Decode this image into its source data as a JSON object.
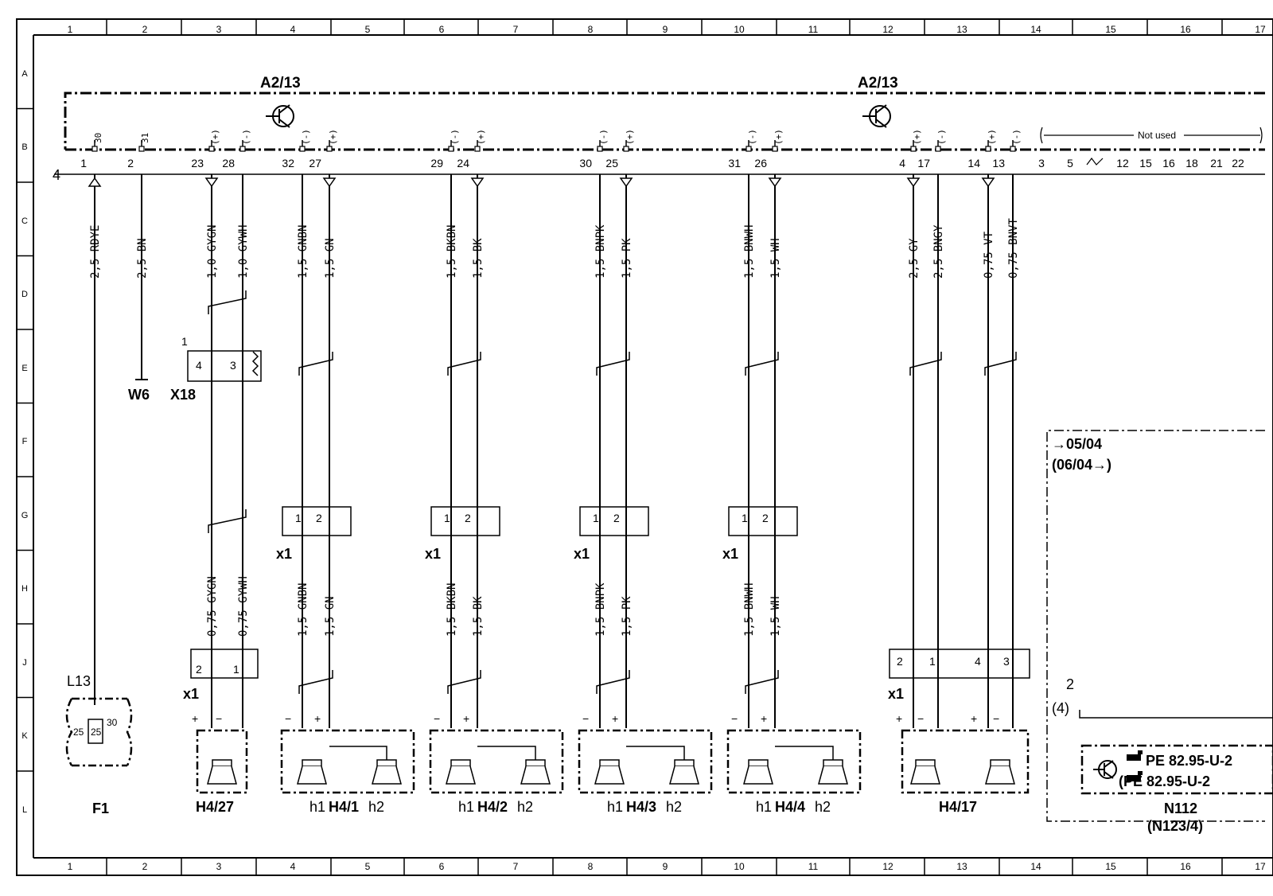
{
  "grid": {
    "columns": [
      "1",
      "2",
      "3",
      "4",
      "5",
      "6",
      "7",
      "8",
      "9",
      "10",
      "11",
      "12",
      "13",
      "14",
      "15",
      "16",
      "17"
    ],
    "rows": [
      "A",
      "B",
      "C",
      "D",
      "E",
      "F",
      "G",
      "H",
      "J",
      "K",
      "L"
    ]
  },
  "module": {
    "name": "A2/13",
    "not_used": "Not used",
    "bus_number": "4"
  },
  "left_pins": [
    {
      "pin": "1",
      "top": "30",
      "pol": "",
      "wire": "2,5 RDYE"
    },
    {
      "pin": "2",
      "top": "31",
      "pol": "",
      "wire": "2,5 BN"
    },
    {
      "pin": "23",
      "top": "",
      "pol": "(+)",
      "wire": "1,0 GYGN",
      "wire2": "0,75 GYGN"
    },
    {
      "pin": "28",
      "top": "",
      "pol": "(-)",
      "wire": "1,0 GYWH",
      "wire2": "0,75 GYWH"
    },
    {
      "pin": "32",
      "top": "",
      "pol": "(-)",
      "wire": "1,5 GNBN",
      "wire2": "1,5 GNBN"
    },
    {
      "pin": "27",
      "top": "",
      "pol": "(+)",
      "wire": "1,5 GN",
      "wire2": "1,5 GN"
    },
    {
      "pin": "29",
      "top": "",
      "pol": "(-)",
      "wire": "1,5 BKBN",
      "wire2": "1,5 BKBN"
    },
    {
      "pin": "24",
      "top": "",
      "pol": "(+)",
      "wire": "1,5 BK",
      "wire2": "1,5 BK"
    },
    {
      "pin": "30",
      "top": "",
      "pol": "(-)",
      "wire": "1,5 BNPK",
      "wire2": "1,5 BNPK"
    },
    {
      "pin": "25",
      "top": "",
      "pol": "(+)",
      "wire": "1,5 PK",
      "wire2": "1,5 PK"
    },
    {
      "pin": "31",
      "top": "",
      "pol": "(-)",
      "wire": "1,5 BNWH",
      "wire2": "1,5 BNWH"
    },
    {
      "pin": "26",
      "top": "",
      "pol": "(+)",
      "wire": "1,5 WH",
      "wire2": "1,5 WH"
    },
    {
      "pin": "4",
      "top": "",
      "pol": "(+)",
      "wire": "2,5 GY"
    },
    {
      "pin": "17",
      "top": "",
      "pol": "(-)",
      "wire": "2,5 BNGY"
    },
    {
      "pin": "14",
      "top": "",
      "pol": "(+)",
      "wire": "0,75 VT"
    },
    {
      "pin": "13",
      "top": "",
      "pol": "(-)",
      "wire": "0,75 BNVT"
    }
  ],
  "unused_pins": [
    "3",
    "5",
    "12",
    "15",
    "16",
    "18",
    "21",
    "22"
  ],
  "components": {
    "w6": "W6",
    "x18": "X18",
    "x18_pins": [
      "1",
      "4",
      "3"
    ],
    "x1": "x1",
    "conn_pins": [
      "1",
      "2"
    ],
    "j_pins": [
      "2",
      "1",
      "4",
      "3"
    ],
    "f1": "F1",
    "l13": "L13",
    "fuse_pins": [
      "25",
      "25",
      "30"
    ],
    "plus": "+",
    "minus": "−",
    "h427": "H4/27",
    "h1": "h1",
    "h2": "h2",
    "h41": "H4/1",
    "h42": "H4/2",
    "h43": "H4/3",
    "h44": "H4/4",
    "h417": "H4/17",
    "n112": "N112",
    "n123": "(N123/4)",
    "date1": "→05/04",
    "date2": "(06/04→)",
    "ref_num_top": "2",
    "ref_num_bot": "(4)",
    "pe1": "PE  82.95-U-2",
    "pe2": "(PE  82.95-U-2"
  }
}
